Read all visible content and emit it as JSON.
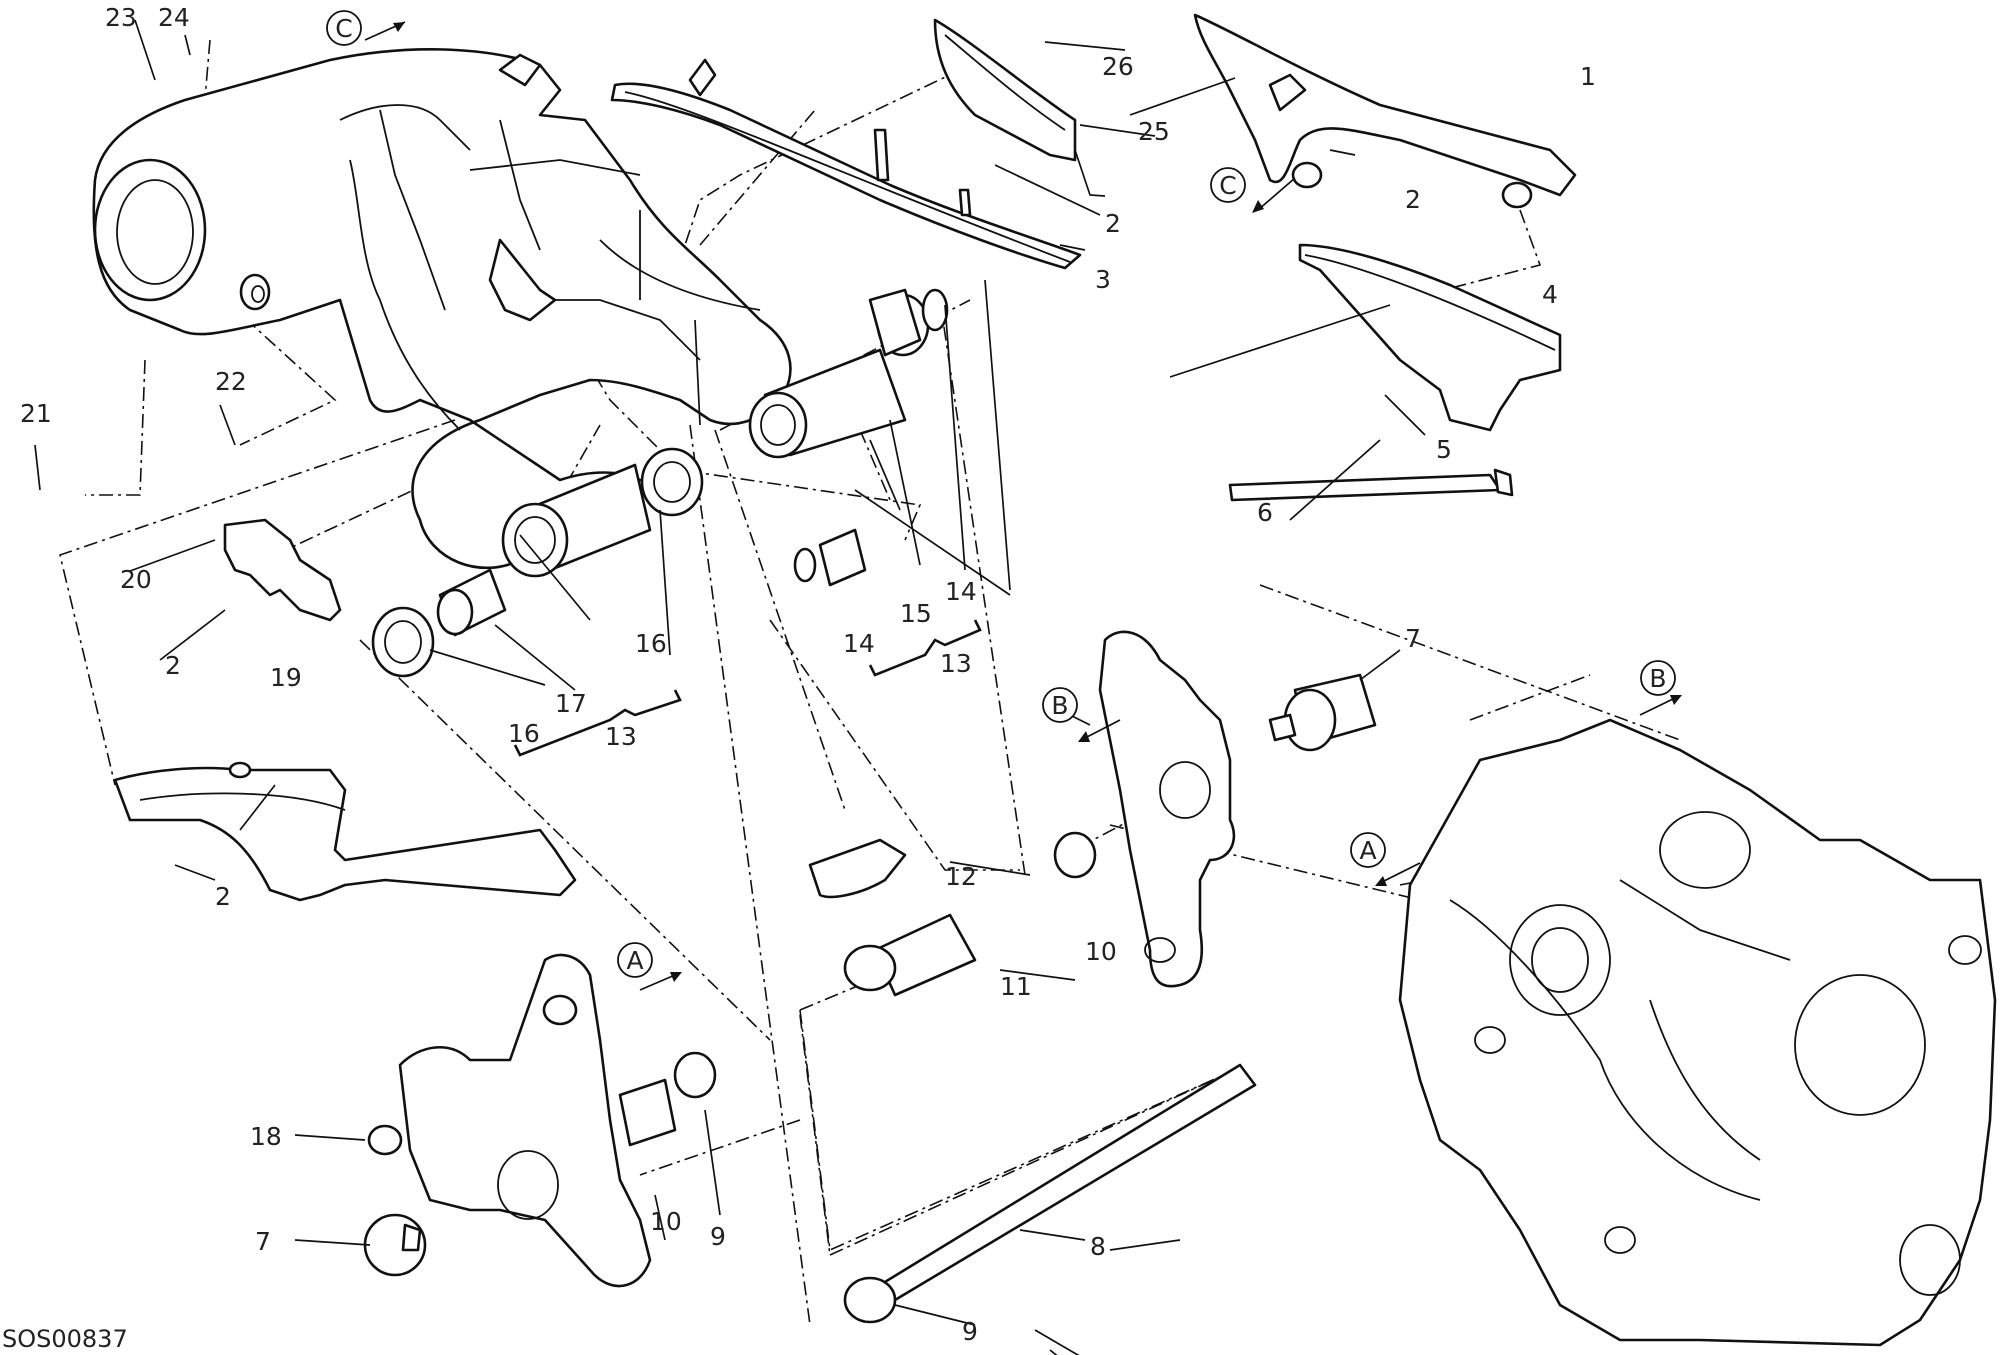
{
  "diagram_code": "SOS00837",
  "callouts": [
    {
      "id": "c1",
      "label": "1"
    },
    {
      "id": "c2a",
      "label": "2"
    },
    {
      "id": "c2b",
      "label": "2"
    },
    {
      "id": "c2c",
      "label": "2"
    },
    {
      "id": "c2d",
      "label": "2"
    },
    {
      "id": "c3",
      "label": "3"
    },
    {
      "id": "c4",
      "label": "4"
    },
    {
      "id": "c5",
      "label": "5"
    },
    {
      "id": "c6",
      "label": "6"
    },
    {
      "id": "c7a",
      "label": "7"
    },
    {
      "id": "c7b",
      "label": "7"
    },
    {
      "id": "c8",
      "label": "8"
    },
    {
      "id": "c9a",
      "label": "9"
    },
    {
      "id": "c9b",
      "label": "9"
    },
    {
      "id": "c10a",
      "label": "10"
    },
    {
      "id": "c10b",
      "label": "10"
    },
    {
      "id": "c11",
      "label": "11"
    },
    {
      "id": "c12",
      "label": "12"
    },
    {
      "id": "c13a",
      "label": "13"
    },
    {
      "id": "c13b",
      "label": "13"
    },
    {
      "id": "c14a",
      "label": "14"
    },
    {
      "id": "c14b",
      "label": "14"
    },
    {
      "id": "c15",
      "label": "15"
    },
    {
      "id": "c16a",
      "label": "16"
    },
    {
      "id": "c16b",
      "label": "16"
    },
    {
      "id": "c17",
      "label": "17"
    },
    {
      "id": "c18",
      "label": "18"
    },
    {
      "id": "c19",
      "label": "19"
    },
    {
      "id": "c20",
      "label": "20"
    },
    {
      "id": "c21",
      "label": "21"
    },
    {
      "id": "c22",
      "label": "22"
    },
    {
      "id": "c23",
      "label": "23"
    },
    {
      "id": "c24",
      "label": "24"
    },
    {
      "id": "c25",
      "label": "25"
    },
    {
      "id": "c26",
      "label": "26"
    }
  ],
  "reference_markers": [
    {
      "id": "rA1",
      "label": "A"
    },
    {
      "id": "rA2",
      "label": "A"
    },
    {
      "id": "rB1",
      "label": "B"
    },
    {
      "id": "rB2",
      "label": "B"
    },
    {
      "id": "rC1",
      "label": "C"
    },
    {
      "id": "rC2",
      "label": "C"
    }
  ]
}
